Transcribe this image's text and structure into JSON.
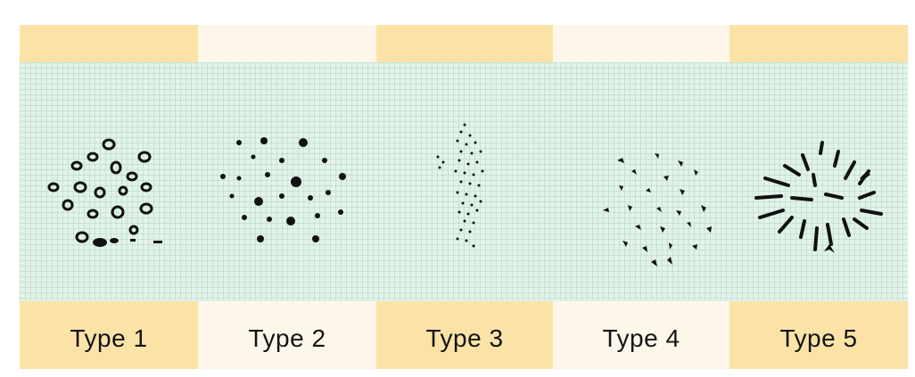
{
  "colors": {
    "odd_column": "#fbe3a8",
    "even_column": "#fdf7eb",
    "grid_band": "#e3f3ea",
    "ink": "#111111"
  },
  "types": [
    {
      "label": "Type 1",
      "pattern": "hollow-ring-dots"
    },
    {
      "label": "Type 2",
      "pattern": "solid-round-dots"
    },
    {
      "label": "Type 3",
      "pattern": "fine-speckle-cluster"
    },
    {
      "label": "Type 4",
      "pattern": "irregular-flecks"
    },
    {
      "label": "Type 5",
      "pattern": "radiating-strokes"
    }
  ]
}
